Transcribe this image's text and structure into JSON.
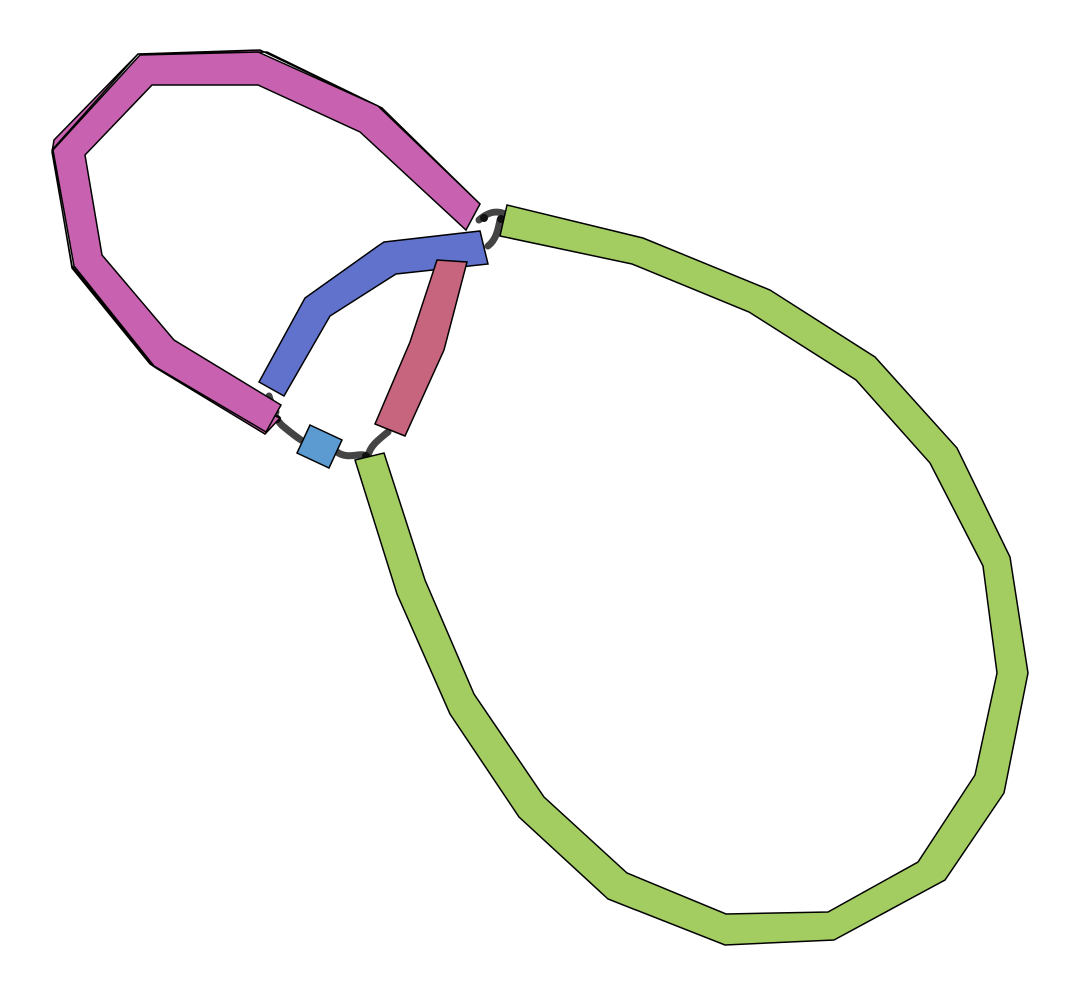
{
  "graph": {
    "segments": [
      {
        "id": "magenta-loop",
        "color": "#c862b0"
      },
      {
        "id": "green-loop",
        "color": "#a3cc61"
      },
      {
        "id": "blue-segment",
        "color": "#6172cd"
      },
      {
        "id": "red-segment",
        "color": "#c8657e"
      },
      {
        "id": "small-node",
        "color": "#5b9bd1"
      }
    ],
    "links": [
      {
        "from": "magenta-loop",
        "to": "green-loop"
      },
      {
        "from": "blue-segment",
        "to": "green-loop"
      },
      {
        "from": "magenta-loop",
        "to": "small-node"
      },
      {
        "from": "small-node",
        "to": "green-loop"
      },
      {
        "from": "red-segment",
        "to": "green-loop"
      },
      {
        "from": "blue-segment",
        "to": "magenta-loop"
      }
    ],
    "link_color": "#444444"
  }
}
